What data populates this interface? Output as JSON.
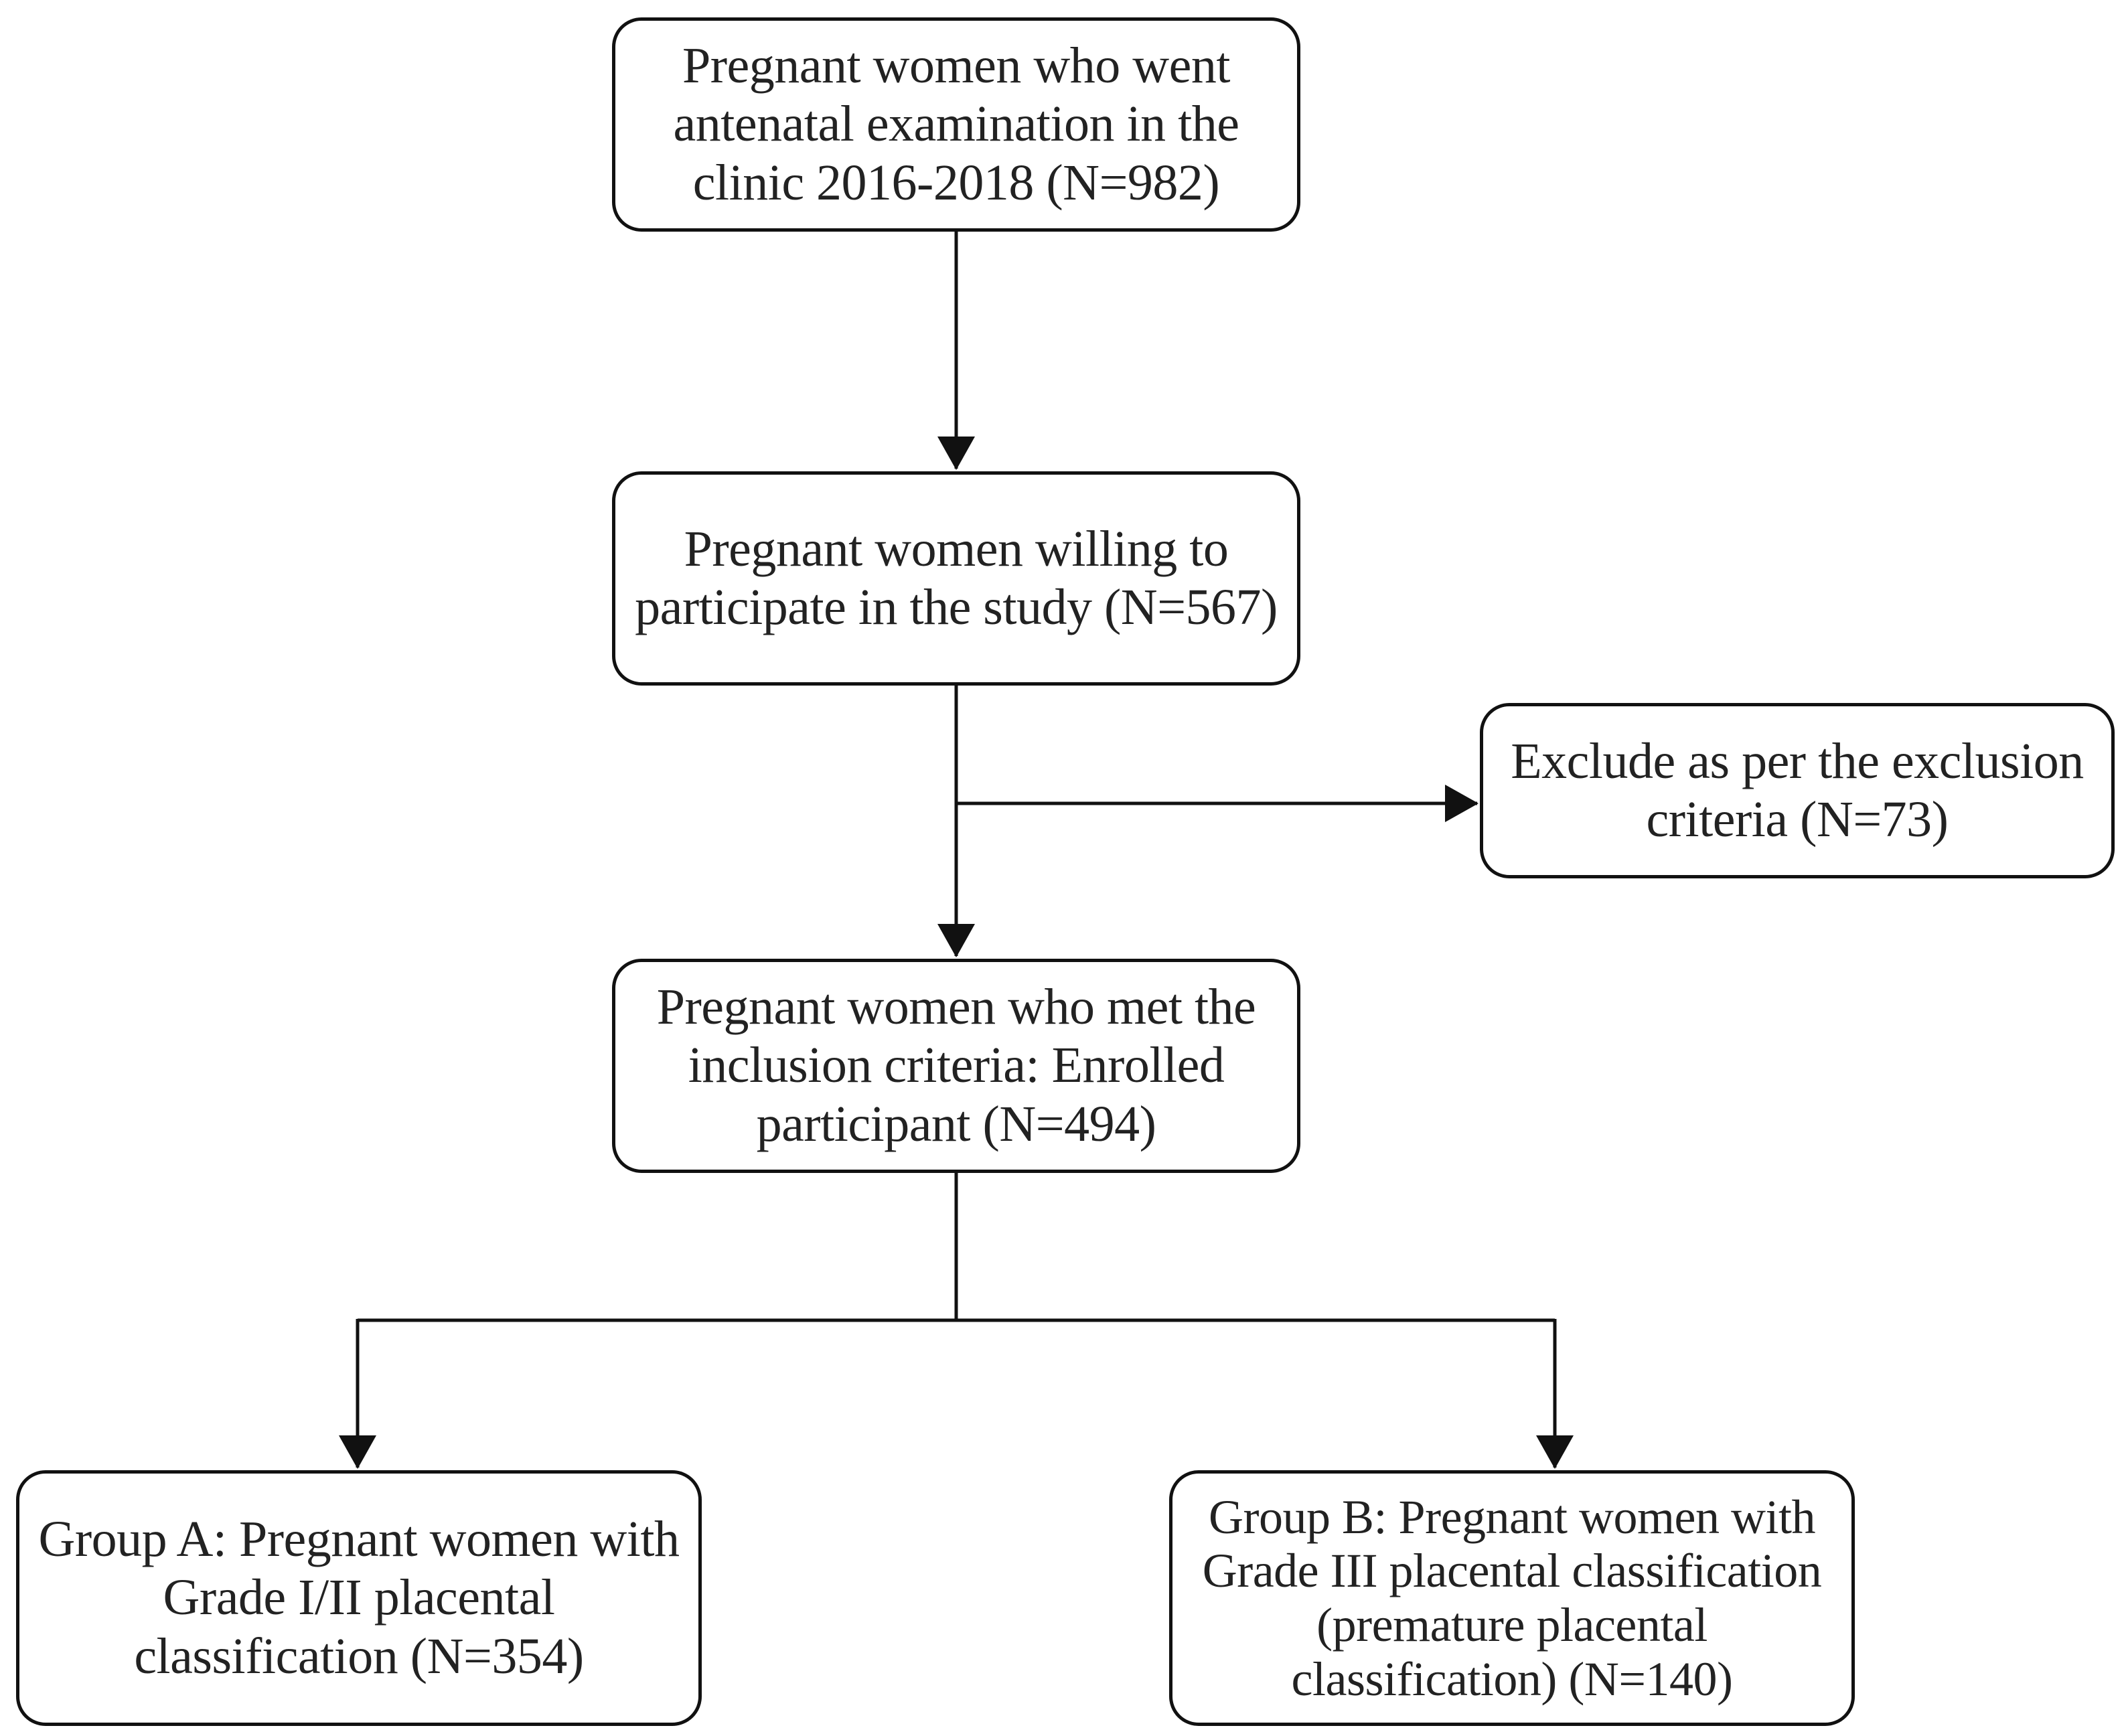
{
  "diagram": {
    "boxes": {
      "screened": "Pregnant women who went\nantenatal examination in the\nclinic 2016-2018 (N=982)",
      "willing": "Pregnant women willing to\nparticipate in the study (N=567)",
      "excluded": "Exclude as per the exclusion\ncriteria (N=73)",
      "enrolled": "Pregnant women who met the\ninclusion criteria: Enrolled\nparticipant (N=494)",
      "group_a": "Group A: Pregnant women with\nGrade I/II placental\nclassification (N=354)",
      "group_b": "Group B: Pregnant women with\nGrade III placental classification\n(premature placental\nclassification) (N=140)"
    },
    "colors": {
      "line": "#111111",
      "box_border": "#111111",
      "text": "#222222",
      "background": "#ffffff"
    }
  }
}
